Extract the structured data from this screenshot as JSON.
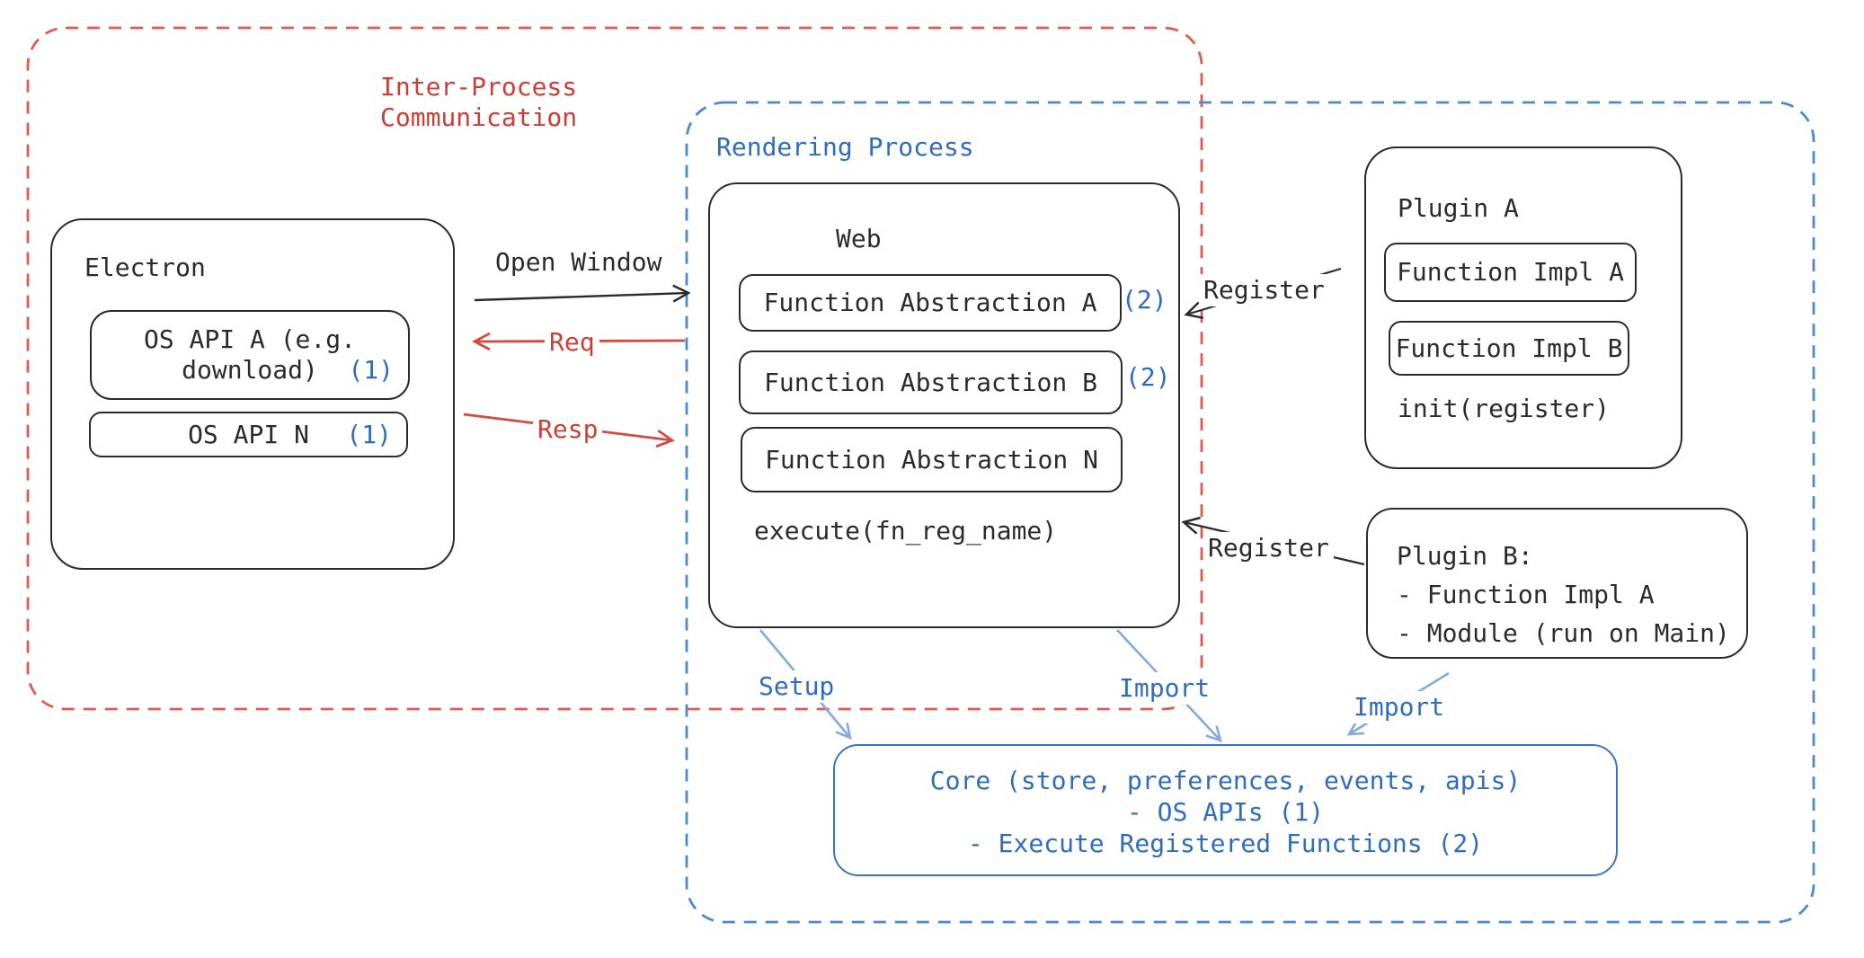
{
  "colors": {
    "red_text": "#cc3e36",
    "red_dashed_border": "#e05a50",
    "red_arrow": "#d24b41",
    "blue_text": "#2f6cbf",
    "blue_dashed_border": "#4d89cf",
    "blue_core_border": "#3b74c4",
    "blue_arrow": "#82abe0",
    "ink": "#2b2b2b",
    "background": "#ffffff"
  },
  "ipc": {
    "label_line1": "Inter-Process",
    "label_line2": "Communication"
  },
  "rendering": {
    "label": "Rendering Process"
  },
  "electron": {
    "title": "Electron",
    "api_a": {
      "line1": "OS API A (e.g.",
      "line2": "download)",
      "note": "(1)"
    },
    "api_n": {
      "label": "OS API N",
      "note": "(1)"
    }
  },
  "web": {
    "title": "Web",
    "items": [
      {
        "label": "Function Abstraction A",
        "note": "(2)"
      },
      {
        "label": "Function Abstraction B",
        "note": "(2)"
      },
      {
        "label": "Function Abstraction N",
        "note": ""
      }
    ],
    "footer": "execute(fn_reg_name)"
  },
  "plugin_a": {
    "title": "Plugin A",
    "impls": [
      {
        "label": "Function Impl A"
      },
      {
        "label": "Function Impl B"
      }
    ],
    "footer": "init(register)"
  },
  "plugin_b": {
    "title": "Plugin B:",
    "lines": [
      {
        "text": "- Function Impl A"
      },
      {
        "text": "- Module (run on Main)"
      }
    ]
  },
  "core": {
    "lines": [
      {
        "text": "Core (store, preferences, events, apis)"
      },
      {
        "text": "- OS APIs (1)"
      },
      {
        "text": "- Execute Registered Functions (2)"
      }
    ]
  },
  "arrows": {
    "open_window": "Open Window",
    "req": "Req",
    "resp": "Resp",
    "register_plugin_a": "Register",
    "register_plugin_b": "Register",
    "setup": "Setup",
    "import_web": "Import",
    "import_plugin_b": "Import"
  }
}
